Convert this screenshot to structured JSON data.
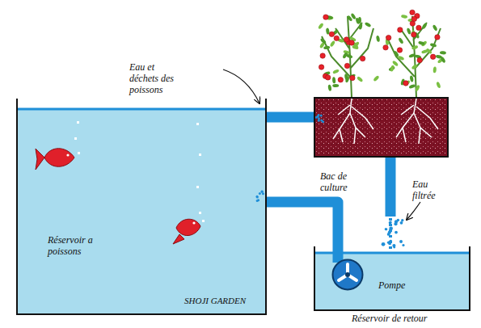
{
  "diagram": {
    "nodes": [
      {
        "text": [
          "Réservoir a poissons"
        ]
      },
      {
        "text": [
          "Bac de culture"
        ]
      },
      {
        "text": [
          "Réservoir de retour"
        ]
      },
      {
        "text": [
          "Pompe"
        ],
        "in": 2
      }
    ],
    "edges": [
      {
        "from": 0,
        "to": 1,
        "arrow": "none"
      },
      {
        "from": 1,
        "to": 2,
        "arrow": "none"
      },
      {
        "from": 3,
        "to": 0,
        "arrow": "none"
      }
    ],
    "labels": [
      "Eau et déchets des poissons",
      "Eau filtrée",
      "SHOJI GARDEN"
    ]
  }
}
